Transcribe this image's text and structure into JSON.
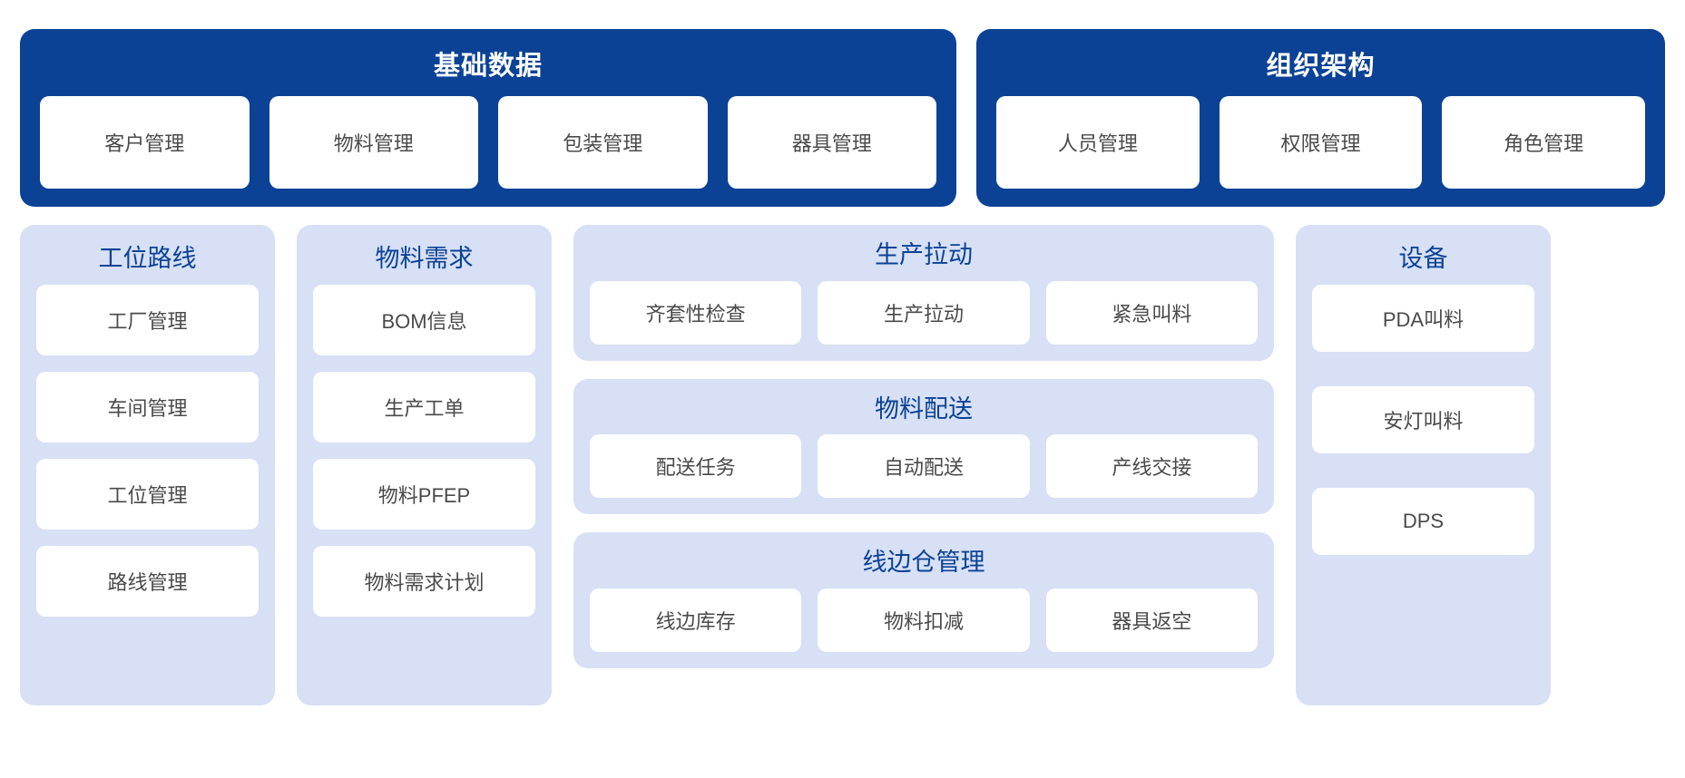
{
  "colors": {
    "banner_bg": "#0B4296",
    "panel_bg": "#D7E0F4",
    "chip_bg": "#FFFFFF",
    "title_blue": "#0B4296",
    "chip_text": "#4A4A4A",
    "page_bg": "#FFFFFF"
  },
  "top": {
    "banners": [
      {
        "title": "基础数据",
        "items": [
          {
            "label": "客户管理"
          },
          {
            "label": "物料管理"
          },
          {
            "label": "包装管理"
          },
          {
            "label": "器具管理"
          }
        ]
      },
      {
        "title": "组织架构",
        "items": [
          {
            "label": "人员管理"
          },
          {
            "label": "权限管理"
          },
          {
            "label": "角色管理"
          }
        ]
      }
    ]
  },
  "main": {
    "left_columns": [
      {
        "title": "工位路线",
        "items": [
          {
            "label": "工厂管理"
          },
          {
            "label": "车间管理"
          },
          {
            "label": "工位管理"
          },
          {
            "label": "路线管理"
          }
        ]
      },
      {
        "title": "物料需求",
        "items": [
          {
            "label": "BOM信息"
          },
          {
            "label": "生产工单"
          },
          {
            "label": "物料PFEP"
          },
          {
            "label": "物料需求计划"
          }
        ]
      }
    ],
    "center_groups": [
      {
        "title": "生产拉动",
        "items": [
          {
            "label": "齐套性检查"
          },
          {
            "label": "生产拉动"
          },
          {
            "label": "紧急叫料"
          }
        ]
      },
      {
        "title": "物料配送",
        "items": [
          {
            "label": "配送任务"
          },
          {
            "label": "自动配送"
          },
          {
            "label": "产线交接"
          }
        ]
      },
      {
        "title": "线边仓管理",
        "items": [
          {
            "label": "线边库存"
          },
          {
            "label": "物料扣减"
          },
          {
            "label": "器具返空"
          }
        ]
      }
    ],
    "right_column": {
      "title": "设备",
      "items": [
        {
          "label": "PDA叫料"
        },
        {
          "label": "安灯叫料"
        },
        {
          "label": "DPS"
        }
      ]
    }
  }
}
